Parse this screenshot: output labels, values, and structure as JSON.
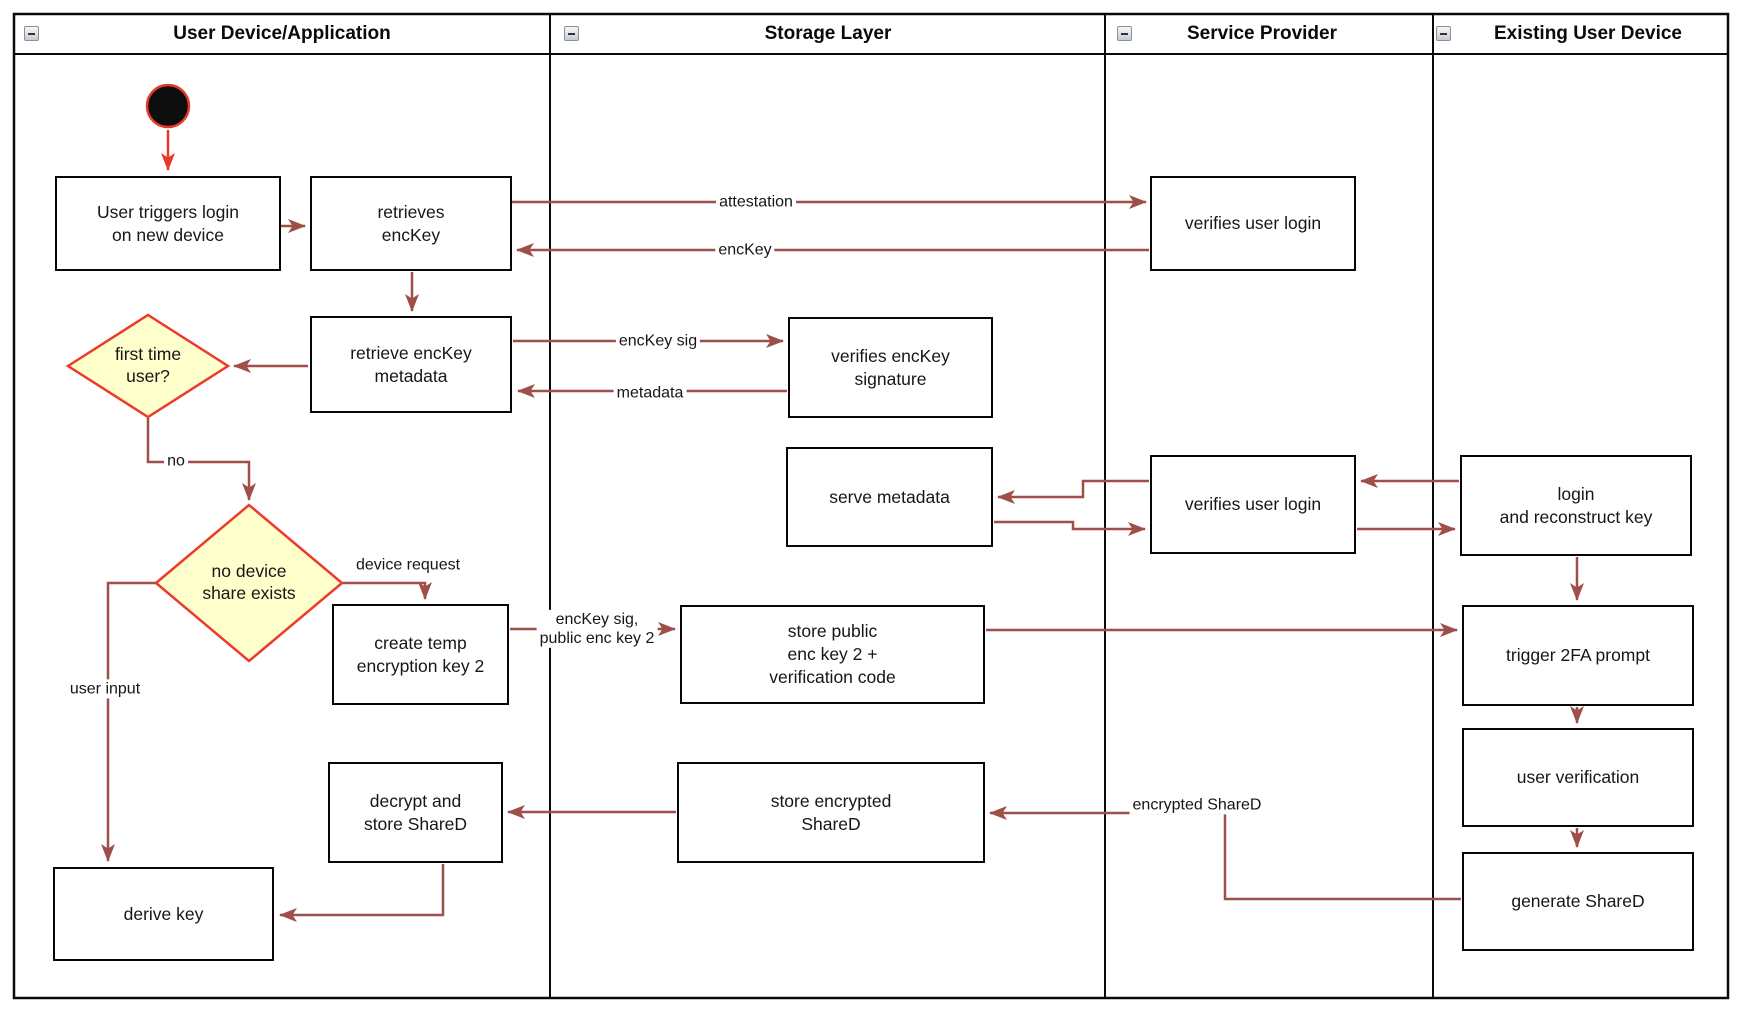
{
  "diagram": {
    "lanes": [
      {
        "title": "User Device/Application"
      },
      {
        "title": "Storage Layer"
      },
      {
        "title": "Service Provider"
      },
      {
        "title": "Existing User Device"
      }
    ],
    "nodes": {
      "start": {
        "type": "start-node"
      },
      "user_triggers": {
        "label": "User triggers login\non new device"
      },
      "retrieves_enckey": {
        "label": "retrieves\nencKey"
      },
      "retrieve_metadata": {
        "label": "retrieve encKey\nmetadata"
      },
      "first_time_user": {
        "label": "first time\nuser?",
        "type": "decision"
      },
      "no_device_share": {
        "label": "no device\nshare exists",
        "type": "decision"
      },
      "create_temp_key": {
        "label": "create temp\nencryption key 2"
      },
      "decrypt_store_shared": {
        "label": "decrypt and\nstore ShareD"
      },
      "derive_key": {
        "label": "derive key"
      },
      "verifies_enckey_sig": {
        "label": "verifies encKey\nsignature"
      },
      "serve_metadata": {
        "label": "serve metadata"
      },
      "store_public_key": {
        "label": "store public\nenc key 2 +\nverification code"
      },
      "store_encrypted_shared": {
        "label": "store encrypted\nShareD"
      },
      "verifies_user_login_top": {
        "label": "verifies user login"
      },
      "verifies_user_login_mid": {
        "label": "verifies user login"
      },
      "login_reconstruct": {
        "label": "login\nand reconstruct key"
      },
      "trigger_2fa": {
        "label": "trigger 2FA prompt"
      },
      "user_verification": {
        "label": "user verification"
      },
      "generate_shared": {
        "label": "generate ShareD"
      }
    },
    "edges": {
      "attestation": {
        "from": "retrieves encKey",
        "to": "verifies user login",
        "label": "attestation"
      },
      "enckey_return": {
        "from": "verifies user login",
        "to": "retrieves encKey",
        "label": "encKey"
      },
      "enckey_sig": {
        "from": "retrieve encKey metadata",
        "to": "verifies encKey signature",
        "label": "encKey sig"
      },
      "metadata_return": {
        "from": "verifies encKey signature",
        "to": "retrieve encKey metadata",
        "label": "metadata"
      },
      "no_branch": {
        "from": "first time user?",
        "to": "no device share exists",
        "label": "no"
      },
      "device_request": {
        "from": "no device share exists",
        "to": "create temp encryption key 2",
        "label": "device request"
      },
      "enckey_sig_pub": {
        "from": "create temp encryption key 2",
        "to": "store public enc key 2",
        "label": "encKey sig,\npublic enc key 2"
      },
      "user_input": {
        "from": "no device share exists",
        "to": "derive key",
        "label": "user input"
      },
      "encrypted_shared": {
        "from": "generate ShareD",
        "to": "store encrypted ShareD",
        "label": "encrypted ShareD"
      }
    },
    "colors": {
      "edge": "#9e4f49",
      "accent_red": "#e8392c",
      "decision_fill": "#ffffcb",
      "node_border": "#060606"
    }
  }
}
